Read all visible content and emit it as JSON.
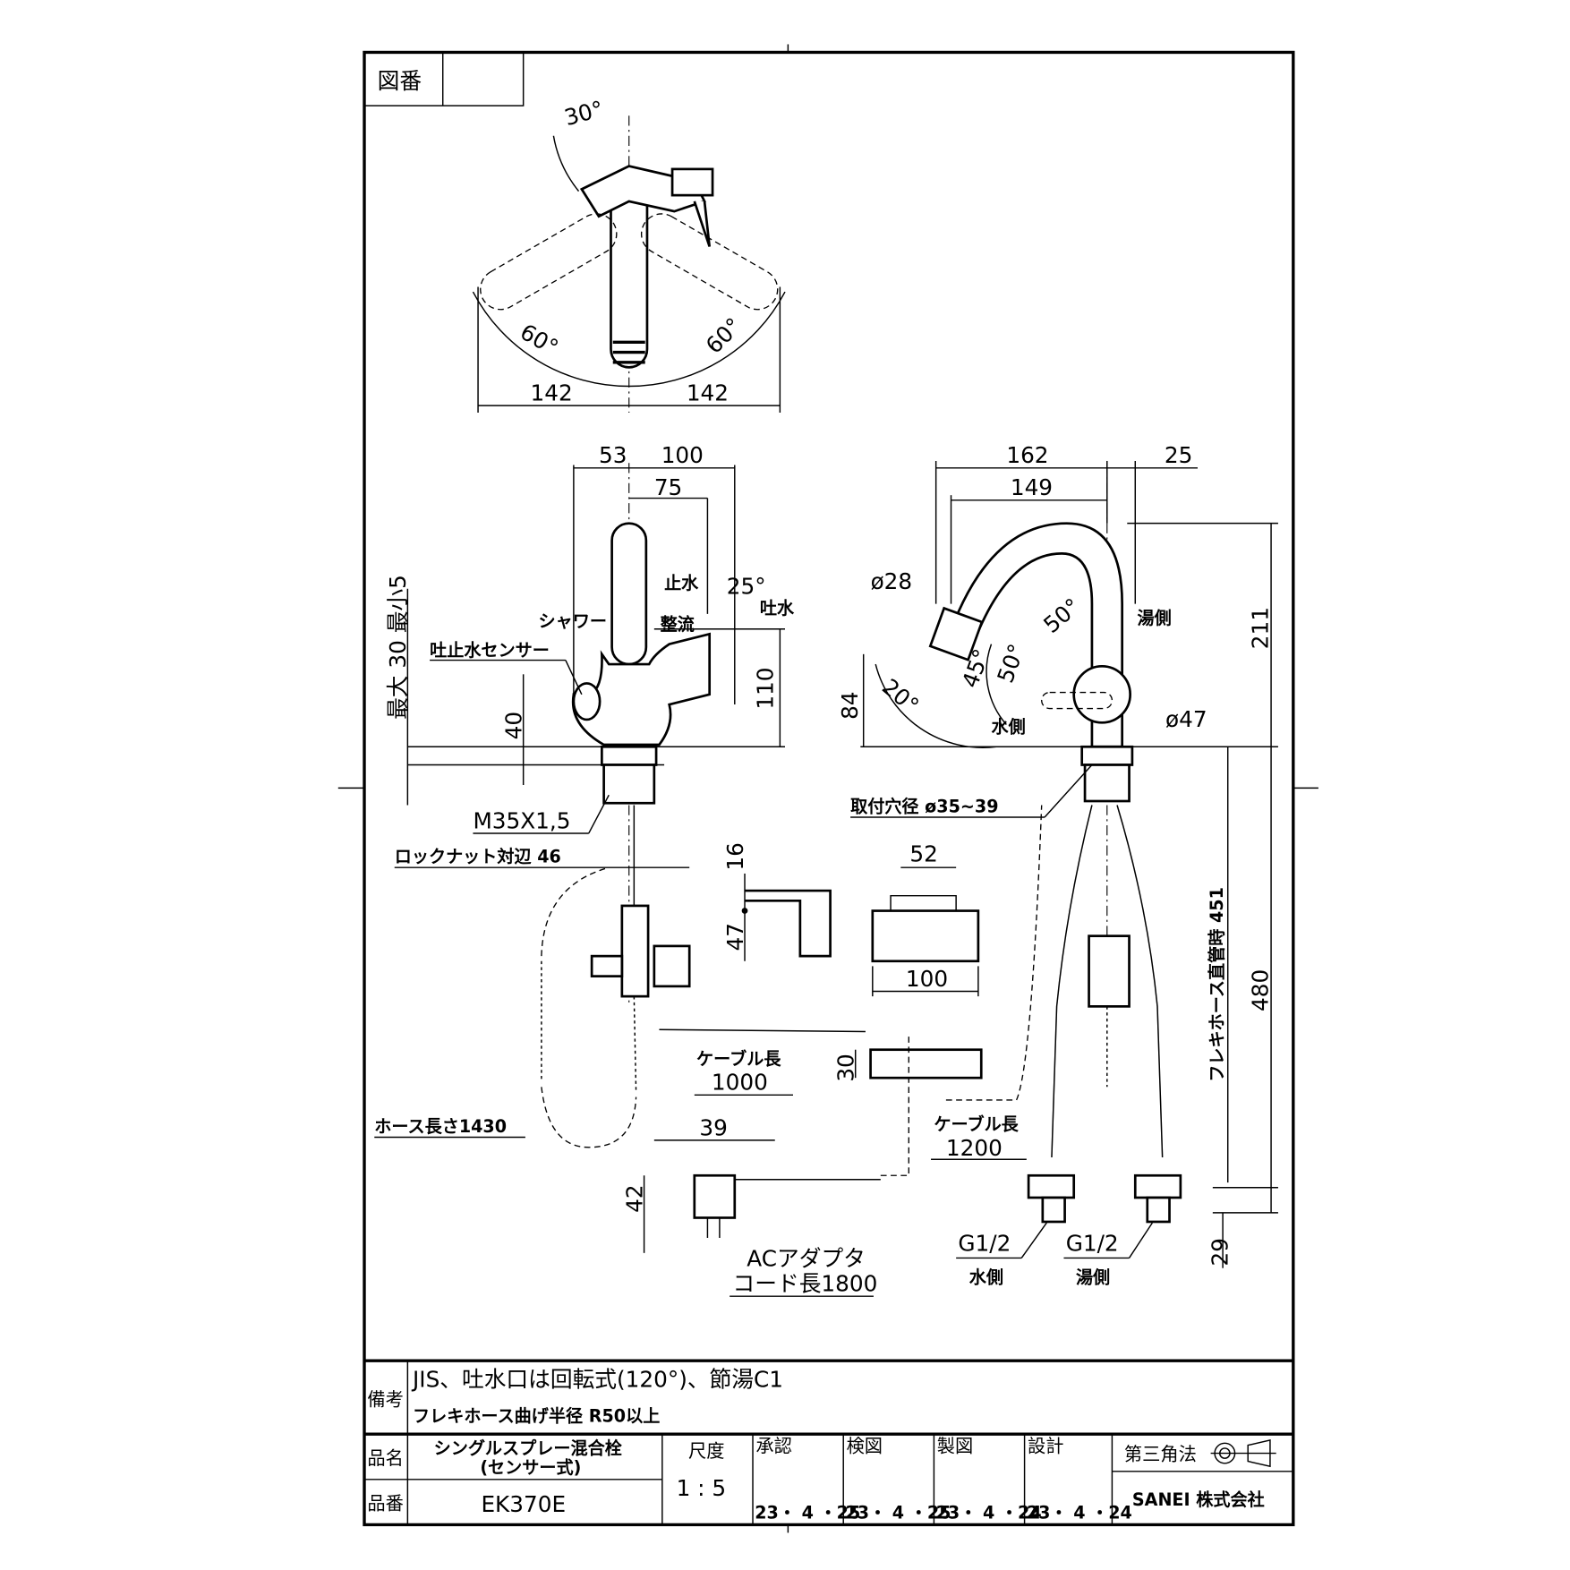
{
  "drawing": {
    "drawing_no_label": "図番",
    "drawing_no_value": "",
    "top_view": {
      "swing_angle": "30°",
      "left_angle": "60°",
      "right_angle": "60°",
      "left_dim": "142",
      "right_dim": "142"
    },
    "front_view": {
      "dim_53": "53",
      "dim_100": "100",
      "dim_75": "75",
      "stop_label": "止水",
      "angle_25": "25°",
      "spout_label": "吐水",
      "shower_label": "シャワー",
      "aerated_label": "整流",
      "sensor_label": "吐止水センサー",
      "counter_thickness": "最大 30 最小5",
      "dim_40": "40",
      "dim_110": "110",
      "thread": "M35X1,5",
      "locknut": "ロックナット対辺 46",
      "hose_length": "ホース長さ1430"
    },
    "side_view": {
      "dim_162": "162",
      "dim_25": "25",
      "dim_149": "149",
      "dia_28": "ø28",
      "hot_side": "湯側",
      "dim_211": "211",
      "angle_50a": "50°",
      "angle_50b": "50°",
      "angle_45": "45°",
      "angle_20": "20°",
      "dim_84": "84",
      "cold_side": "水側",
      "dia_47": "ø47",
      "mount_hole": "取付穴径  ø35~39",
      "flex_hose": "フレキホース直管時 451",
      "dim_480": "480",
      "dim_29": "29",
      "g_cold": "G1/2",
      "g_cold_label": "水側",
      "g_hot": "G1/2",
      "g_hot_label": "湯側"
    },
    "parts": {
      "dim_16": "16",
      "dim_47": "47",
      "dim_52": "52",
      "dim_100": "100",
      "cable1_label": "ケーブル長",
      "cable1_value": "1000",
      "dim_30": "30",
      "cable2_label": "ケーブル長",
      "cable2_value": "1200",
      "dim_39": "39",
      "dim_42": "42",
      "adapter_label": "ACアダプタ",
      "cord_label": "コード長1800"
    }
  },
  "title_block": {
    "notes_label": "備考",
    "note_1": "JIS、吐水口は回転式(120°)、節湯C1",
    "note_2": "フレキホース曲げ半径  R50以上",
    "name_label": "品名",
    "name_line1": "シングルスプレー混合栓",
    "name_line2": "(センサー式)",
    "number_label": "品番",
    "number_value": "EK370E",
    "scale_label": "尺度",
    "scale_value": "1 : 5",
    "approvals": [
      {
        "label": "承認",
        "date": "23・ 4 ・25"
      },
      {
        "label": "検図",
        "date": "23・ 4 ・25"
      },
      {
        "label": "製図",
        "date": "23・ 4 ・24"
      },
      {
        "label": "設計",
        "date": "23・ 4 ・24"
      }
    ],
    "projection": "第三角法",
    "company": "SANEI 株式会社"
  }
}
